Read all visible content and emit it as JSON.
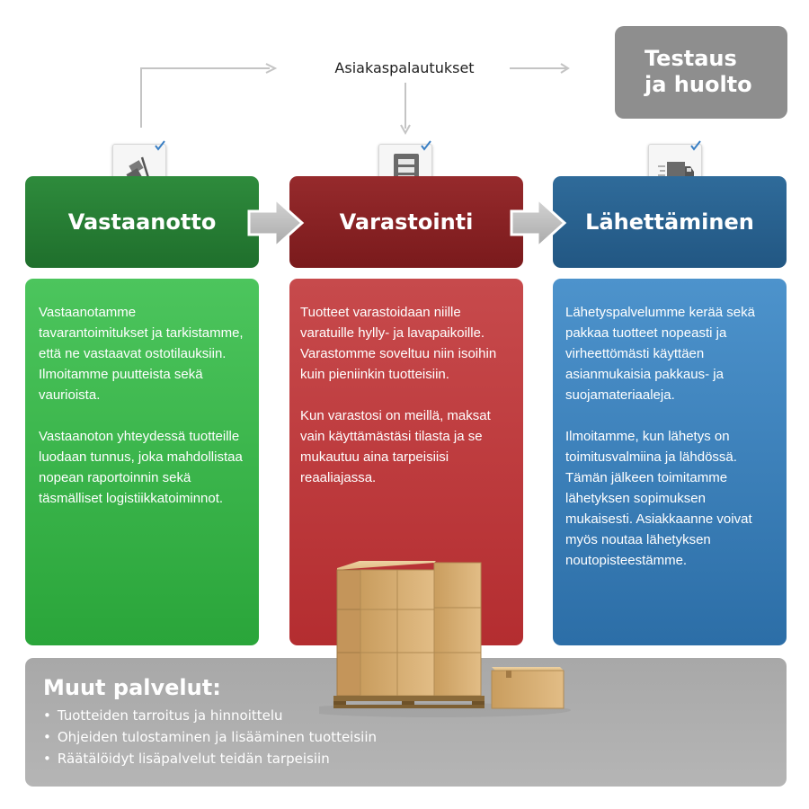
{
  "feedback": {
    "label": "Asiakaspalautukset"
  },
  "testing": {
    "line1": "Testaus",
    "line2": "ja huolto"
  },
  "icons": {
    "step1": "hand-truck-icon",
    "step2": "shelf-list-icon",
    "step3": "delivery-truck-icon",
    "check": "checkmark-icon"
  },
  "steps": [
    {
      "title": "Vastaanotto",
      "paragraphs": [
        "Vastaanotamme tavarantoimitukset ja tarkistamme, että ne vastaavat ostotilauksiin. Ilmoitamme puutteista sekä vaurioista.",
        "Vastaanoton yhteydessä tuotteille luodaan tunnus, joka mahdollistaa nopean raportoinnin sekä täsmälliset logistiikkatoiminnot."
      ]
    },
    {
      "title": "Varastointi",
      "paragraphs": [
        "Tuotteet varastoidaan niille varatuille hylly- ja lavapaikoille. Varastomme soveltuu niin isoihin kuin pieniinkin tuotteisiin.",
        "Kun varastosi on meillä, maksat vain käyttämästäsi tilasta ja se mukautuu aina tarpeisiisi reaaliajassa."
      ]
    },
    {
      "title": "Lähettäminen",
      "paragraphs": [
        "Lähetyspalvelumme kerää sekä pakkaa tuotteet nopeasti ja virheettömästi käyttäen asianmukaisia pakkaus- ja suojamateriaaleja.",
        "Ilmoitamme, kun lähetys on toimitusvalmiina ja lähdössä. Tämän jälkeen toimitamme lähetyksen sopimuksen mukaisesti. Asiakkaanne voivat myös noutaa lähetyksen noutopisteestämme."
      ]
    }
  ],
  "other": {
    "title": "Muut palvelut:",
    "items": [
      "Tuotteiden tarroitus ja hinnoittelu",
      "Ohjeiden tulostaminen ja lisääminen tuotteisiin",
      "Räätälöidyt lisäpalvelut teidän tarpeisiin"
    ]
  },
  "colors": {
    "green": "#2e8b3c",
    "red": "#962a2c",
    "blue": "#2f6b9a",
    "gray": "#8e8e8e"
  }
}
